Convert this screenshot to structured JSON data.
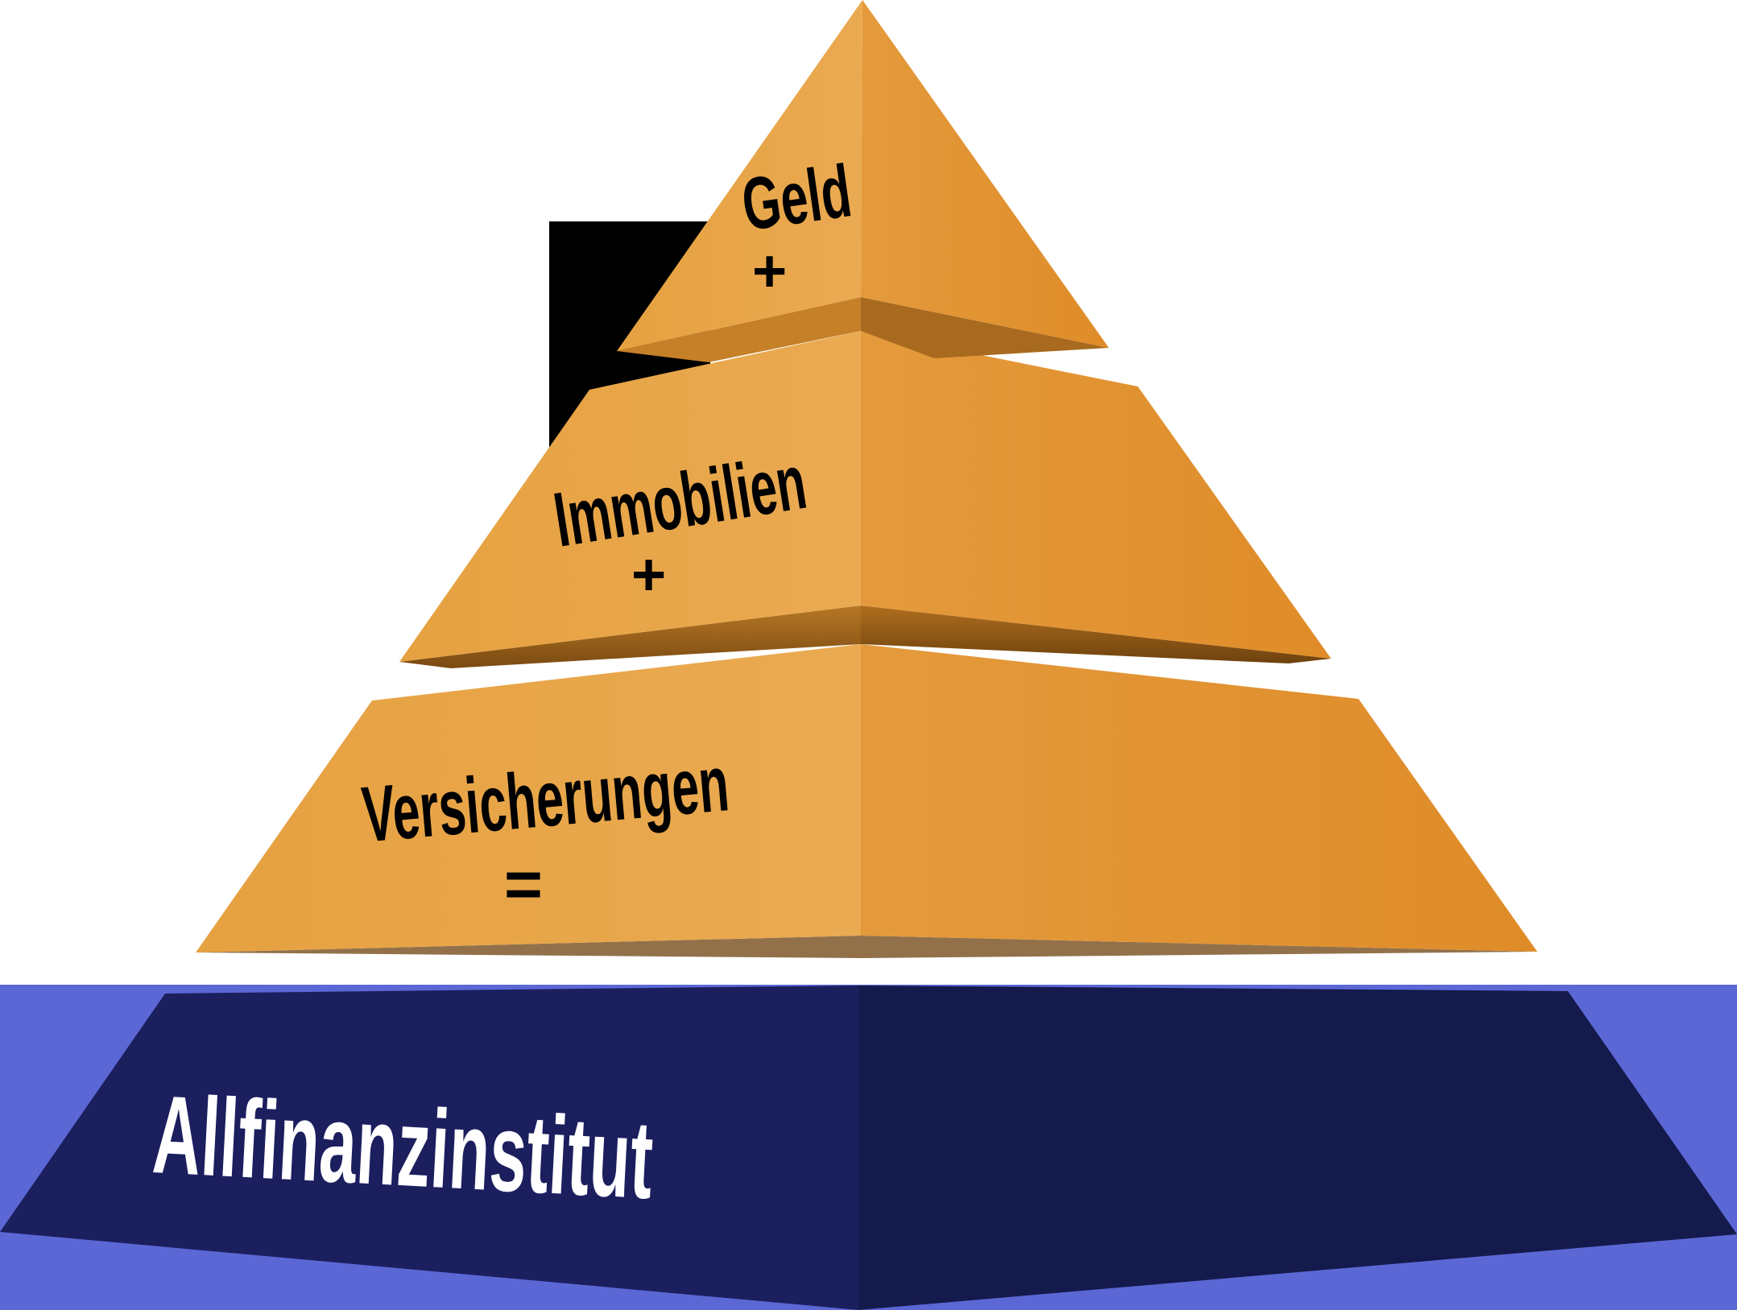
{
  "diagram": {
    "type": "pyramid",
    "colors": {
      "tier_left_face": "#E8A444",
      "tier_right_face": "#E08E2C",
      "tier_shadow_band": "#A86A1E",
      "base_face_left": "#1B1F5E",
      "base_face_right": "#141A4C",
      "base_background": "#5B67D4",
      "backdrop_black": "#000000",
      "text_on_tier": "#000000",
      "text_on_base": "#FFFFFF"
    },
    "tiers": [
      {
        "label": "Geld",
        "operator": "+"
      },
      {
        "label": "Immobilien",
        "operator": "+"
      },
      {
        "label": "Versicherungen",
        "operator": "="
      }
    ],
    "base": {
      "label": "Allfinanzinstitut"
    }
  }
}
